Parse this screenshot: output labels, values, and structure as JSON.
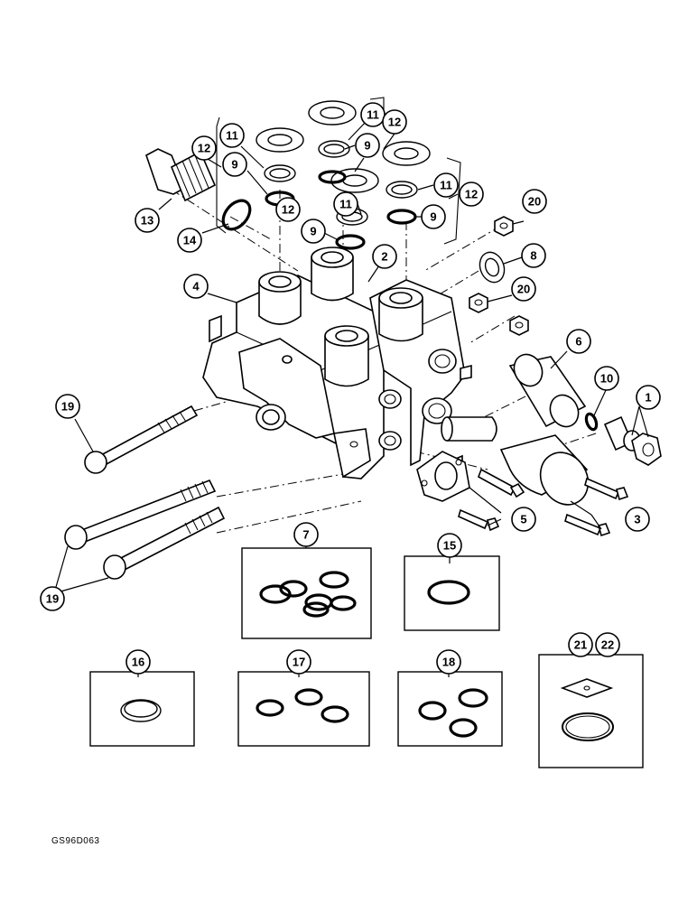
{
  "callouts": {
    "c1": "1",
    "c2": "2",
    "c3": "3",
    "c4": "4",
    "c5": "5",
    "c6": "6",
    "c7": "7",
    "c8": "8",
    "c9": "9",
    "c10": "10",
    "c11": "11",
    "c12": "12",
    "c13": "13",
    "c14": "14",
    "c15": "15",
    "c16": "16",
    "c17": "17",
    "c18": "18",
    "c19": "19",
    "c20": "20",
    "c21": "21",
    "c22": "22"
  },
  "drawing_code": "GS96D063"
}
